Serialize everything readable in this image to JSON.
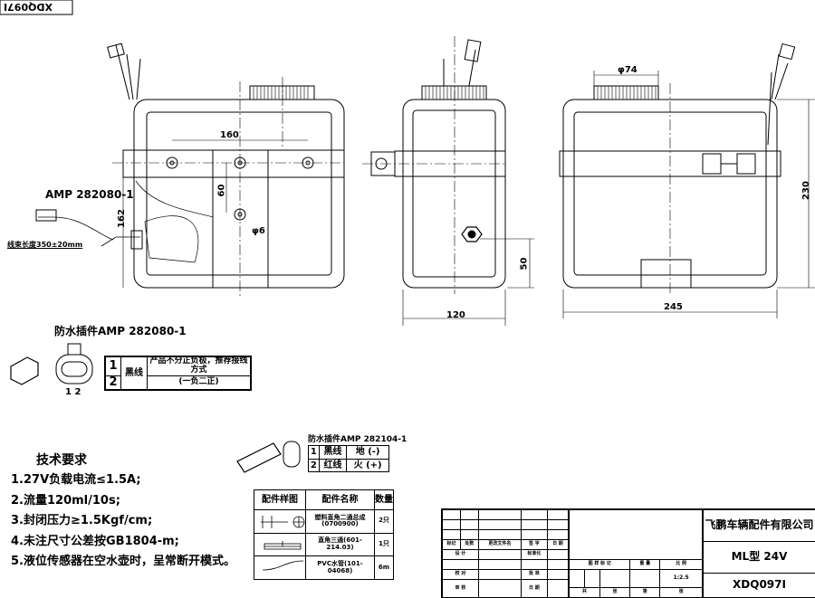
{
  "corner_stamp": "XDQ097I",
  "drawing": {
    "dims": {
      "d160": "160",
      "d60": "60",
      "d162": "162",
      "phi6": "φ6",
      "d120": "120",
      "d50": "50",
      "phi74": "φ74",
      "d245": "245",
      "d230": "230"
    },
    "amp_label": "AMP 282080-1",
    "harness_length": "线束长度350±20mm"
  },
  "connector1": {
    "title": "防水插件AMP 282080-1",
    "pins": [
      "1",
      "2"
    ],
    "pin_caption": "1 2",
    "wire": "黑线",
    "note_line1": "产品不分正负极，推荐接线方式",
    "note_line2": "(一负二正)"
  },
  "connector2": {
    "title": "防水插件AMP 282104-1",
    "rows": [
      {
        "pin": "1",
        "wire": "黑线",
        "func": "地 (-)"
      },
      {
        "pin": "2",
        "wire": "红线",
        "func": "火 (+)"
      }
    ]
  },
  "tech": {
    "title": "技术要求",
    "items": [
      "1.27V负载电流≤1.5A;",
      "2.流量120ml/10s;",
      "3.封闭压力≥1.5Kgf/cm;",
      "4.未注尺寸公差按GB1804-m;",
      "5.液位传感器在空水壶时，呈常断开模式。"
    ]
  },
  "parts": {
    "headers": [
      "配件样图",
      "配件名称",
      "数量"
    ],
    "rows": [
      {
        "name": "塑料直角二通总成\n(0700900)",
        "name1": "塑料直角二通总成",
        "name2": "(0700900)",
        "qty": "2只"
      },
      {
        "name1": "直角三通(601-214.03)",
        "qty": "1只"
      },
      {
        "name1": "PVC水管(101-04068)",
        "qty": "6m"
      }
    ]
  },
  "title_block": {
    "labels": {
      "mark": "标记",
      "count": "处数",
      "doc": "更改文件名",
      "sign": "签 字",
      "date": "日 期",
      "design": "设 计",
      "std": "标准化",
      "check": "校 对",
      "approve": "批 准",
      "review": "审 核",
      "date2": "日 期",
      "sample": "图 样 标 记",
      "weight": "重 量",
      "scale_label": "比 例",
      "sheets1": "共",
      "sheets2": "张",
      "sheet1": "第",
      "sheet2": "张"
    },
    "scale": "1:2.5",
    "company": "飞鹏车辆配件有限公司",
    "model": "ML型 24V",
    "code": "XDQ097I"
  }
}
